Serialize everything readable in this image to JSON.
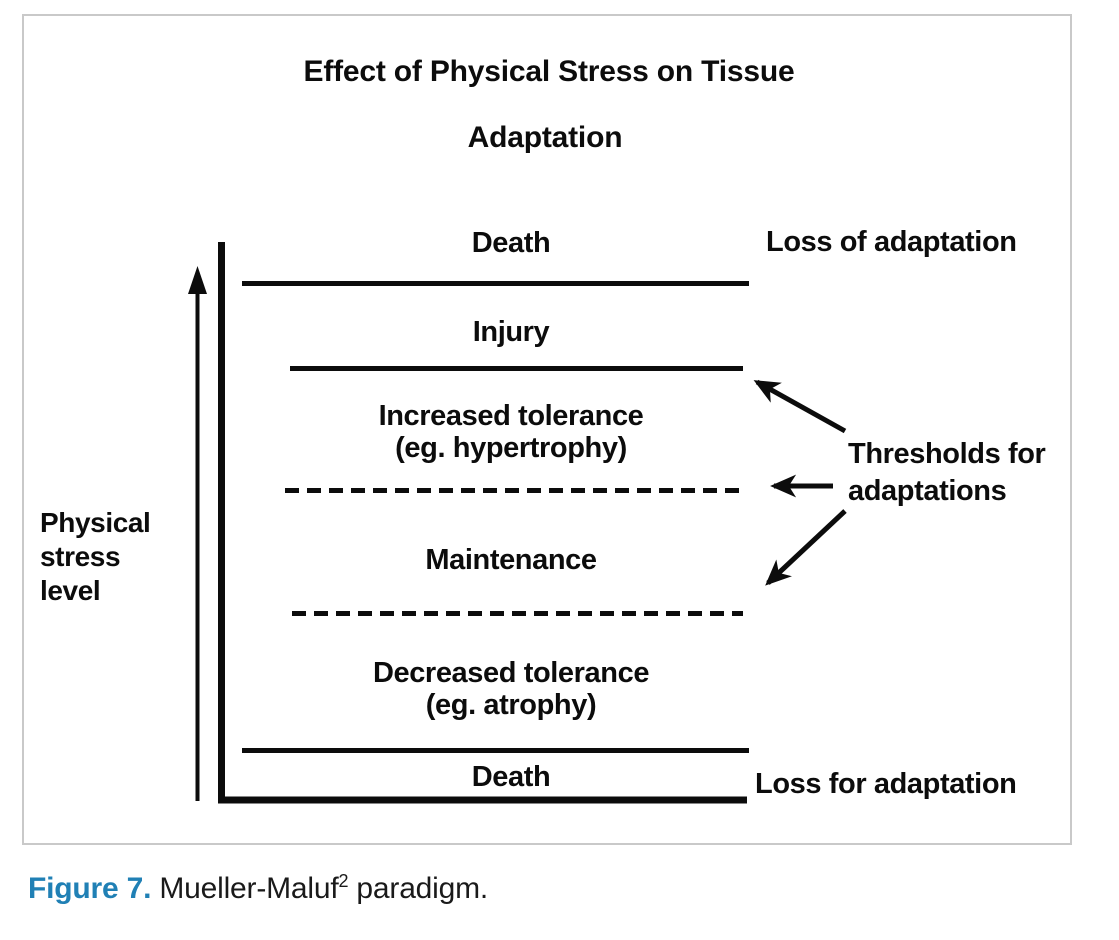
{
  "colors": {
    "ink": "#0c0c0c",
    "border_gray": "#c9c9c9",
    "figure_label_blue": "#2080b5"
  },
  "diagram": {
    "title_line1": "Effect of Physical Stress on Tissue",
    "title_line2": "Adaptation",
    "y_axis_label": {
      "line1": "Physical",
      "line2": "stress",
      "line3": "level"
    },
    "zones": {
      "death_top": "Death",
      "injury": "Injury",
      "increased_tolerance": "Increased tolerance",
      "increased_tolerance_example": "(eg. hypertrophy)",
      "maintenance": "Maintenance",
      "decreased_tolerance": "Decreased tolerance",
      "decreased_tolerance_example": "(eg. atrophy)",
      "death_bottom": "Death"
    },
    "annotations": {
      "loss_of_adaptation": "Loss of adaptation",
      "thresholds_line1": "Thresholds for",
      "thresholds_line2": "adaptations",
      "loss_for_adaptation": "Loss for adaptation"
    }
  },
  "caption": {
    "label": "Figure 7.",
    "text_before_superscript": " Mueller-Maluf",
    "superscript": "2",
    "text_after_superscript": " paradigm."
  }
}
